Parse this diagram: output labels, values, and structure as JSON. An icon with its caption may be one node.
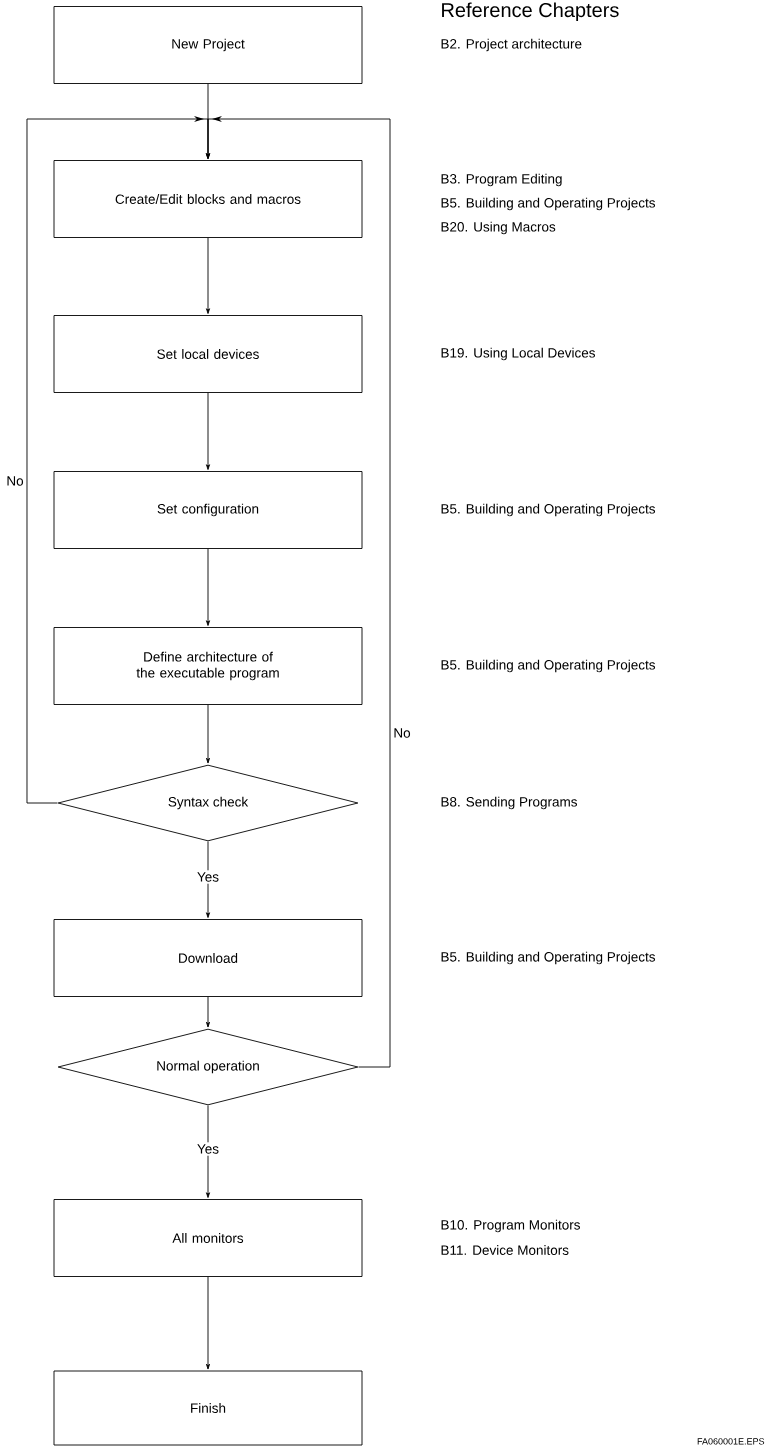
{
  "diagram": {
    "title": "Reference Chapters",
    "nodes": [
      {
        "text": [
          "New Project"
        ]
      },
      {
        "text": [
          "Create/Edit blocks and macros"
        ]
      },
      {
        "text": [
          "Set local devices"
        ]
      },
      {
        "text": [
          "Set configuration"
        ]
      },
      {
        "text": [
          "Define architecture of the executable program"
        ]
      },
      {
        "text": [
          "Syntax check"
        ]
      },
      {
        "text": [
          "Download"
        ]
      },
      {
        "text": [
          "Normal operation"
        ]
      },
      {
        "text": [
          "All monitors"
        ]
      },
      {
        "text": [
          "Finish"
        ]
      }
    ],
    "edges": [
      {
        "from": 0,
        "to": 1,
        "arrow": "to"
      },
      {
        "from": 1,
        "to": 2,
        "arrow": "to"
      },
      {
        "from": 2,
        "to": 3,
        "arrow": "to"
      },
      {
        "from": 3,
        "to": 4,
        "arrow": "to"
      },
      {
        "from": 4,
        "to": 5,
        "arrow": "to"
      },
      {
        "from": 5,
        "to": 6,
        "arrow": "to",
        "label": "Yes"
      },
      {
        "from": 5,
        "to": 1,
        "arrow": "to",
        "label": "No"
      },
      {
        "from": 6,
        "to": 7,
        "arrow": "to"
      },
      {
        "from": 7,
        "to": 1,
        "arrow": "to",
        "label": "No"
      },
      {
        "from": 7,
        "to": 8,
        "arrow": "to",
        "label": "Yes"
      },
      {
        "from": 8,
        "to": 9,
        "arrow": "to"
      }
    ],
    "labels": [
      "B2. Project architecture",
      "B3. Program Editing",
      "B5. Building and Operating Projects",
      "B20. Using Macros",
      "B19. Using Local Devices",
      "B5. Building and Operating Projects",
      "B5. Building and Operating Projects",
      "B8. Sending Programs",
      "B5. Building and Operating Projects",
      "B10. Program Monitors",
      "B11. Device Monitors",
      "FA060001E.EPS"
    ]
  }
}
